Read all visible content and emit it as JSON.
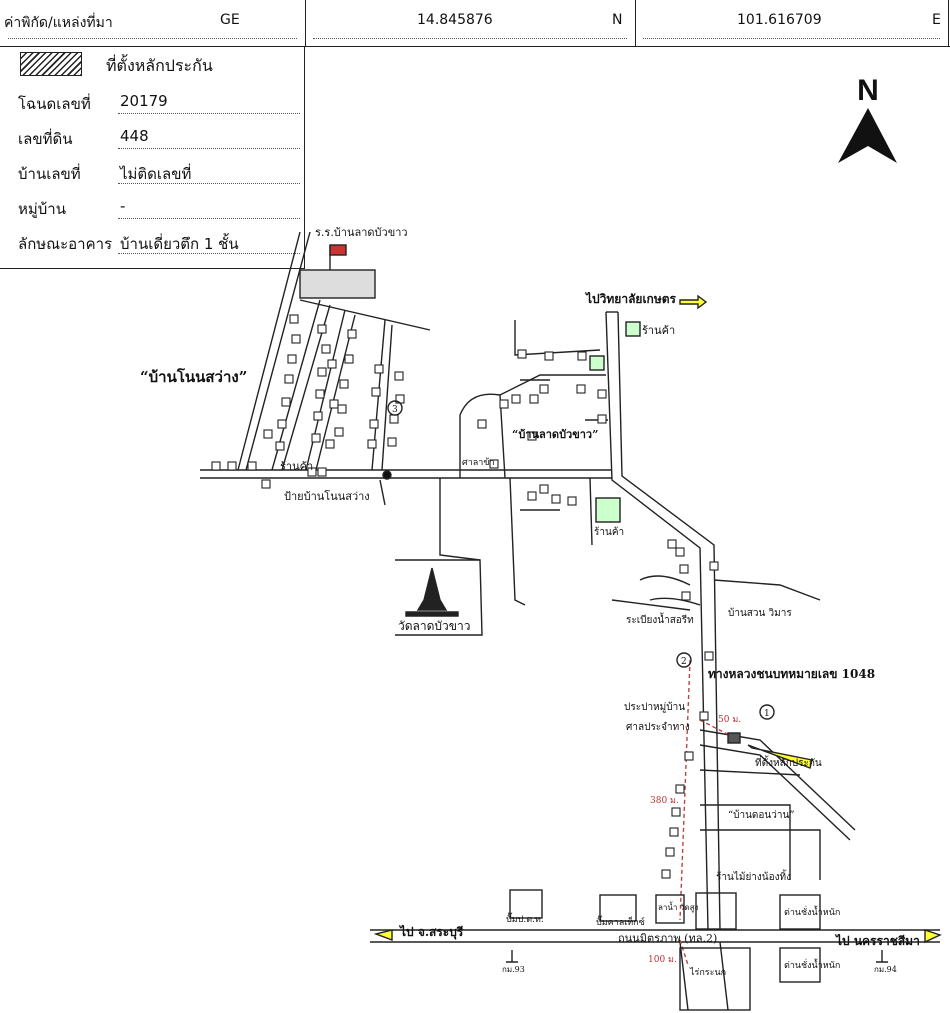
{
  "header": {
    "source_label": "ค่าพิกัด/แหล่งที่มา",
    "source_value": "GE",
    "lat_value": "14.845876",
    "lat_unit": "N",
    "lon_value": "101.616709",
    "lon_unit": "E"
  },
  "info": {
    "legend_label": "ที่ตั้งหลักประกัน",
    "rows": [
      {
        "label": "โฉนดเลขที่",
        "value": "20179"
      },
      {
        "label": "เลขที่ดิน",
        "value": "448"
      },
      {
        "label": "บ้านเลขที่",
        "value": "ไม่ติดเลขที่"
      },
      {
        "label": "หมู่บ้าน",
        "value": "-"
      },
      {
        "label": "ลักษณะอาคาร",
        "value": "บ้านเดี่ยวตึก 1 ชั้น"
      }
    ]
  },
  "map": {
    "north": "N",
    "labels": {
      "school": "ร.ร.บ้านลาดบัวขาว",
      "village_west": "“บ้านโนนสว่าง”",
      "village_center": "“บ้านลาดบัวขาว”",
      "village_south": "“บ้านดอนว่าน”",
      "to_college": "ไปวิทยาลัยเกษตร",
      "shop1": "ร้านค้า",
      "shop2": "ร้านค้า",
      "shop3": "ร้านค้า",
      "sala": "ศาลาข้า",
      "bus_sign": "ป้ายบ้านโนนสว่าง",
      "temple": "วัดลาดบัวขาว",
      "park": "บ้านสวน\nวิมาร",
      "pool": "ระเบียงน้ำสอรีท",
      "highway_branch": "ทางหลวงชนบทหมายเลข 1048",
      "shrine": "ประปาหมู่บ้าน",
      "shrine2": "ศาลประจำทาง",
      "collateral": "ที่ตั้งหลักประกัน",
      "dist_50": "50 ม.",
      "dist_380": "380 ม.",
      "dist_100": "100 ม.",
      "shop_sign": "ร้านไม้ย่างน้องทิ้ง",
      "ptt": "ปั๊มป.ต.ท.",
      "gas2": "ปั๊มคาลเท็กซ์",
      "junction": "ลาน้ำ\nวัดสูง",
      "mittraphap": "ถนนมิตรภาพ (ทล.2)",
      "to_saraburi": "ไป จ.สระบุรี",
      "to_korat": "ไป นครราชสีมา",
      "km93": "กม.93",
      "km94": "กม.94",
      "farm": "ไร่กระนก",
      "noodle1": "ต่านชั่งน้ำหนัก",
      "noodle2": "ต่านชั่งน้ำหนัก",
      "num1": "1",
      "num2": "2",
      "num3": "3"
    }
  }
}
